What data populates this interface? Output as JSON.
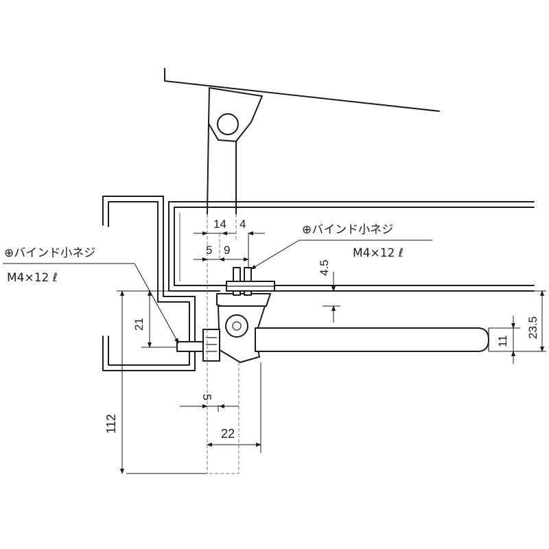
{
  "callouts": {
    "screw_right": {
      "line1": "⊕バインド小ネジ",
      "line2": "M4×12 ℓ"
    },
    "screw_left": {
      "line1": "⊕バインド小ネジ",
      "line2": "M4×12 ℓ"
    }
  },
  "dimensions": {
    "d14": "14",
    "d4": "4",
    "d5_top": "5",
    "d9": "9",
    "d4_5": "4.5",
    "d21": "21",
    "d23_5": "23.5",
    "d11": "11",
    "d5_bottom": "5",
    "d22": "22",
    "d112": "112"
  }
}
